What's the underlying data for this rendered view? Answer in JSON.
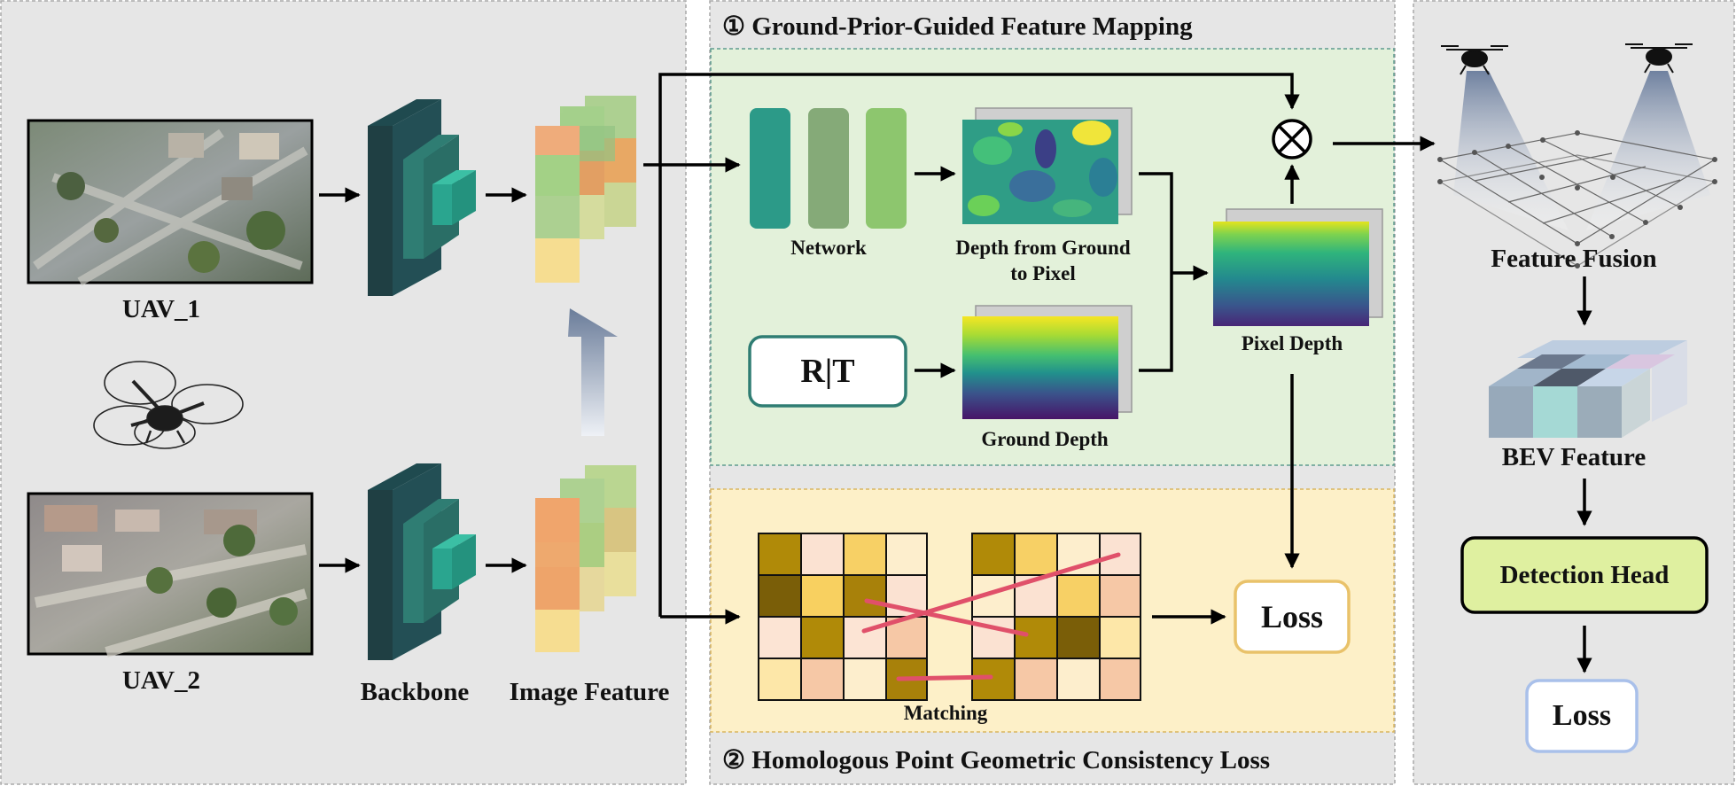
{
  "colors": {
    "panel_gray": "#e6e6e6",
    "green_region": "#e3f1da",
    "yellow_region": "#fdf0c8",
    "teal_dark": "#2c8f80",
    "teal_mid": "#7fae7a",
    "teal_light": "#8dc66e",
    "backbone_dark": "#1f4a4f",
    "backbone_mid": "#2f7d73",
    "backbone_light": "#2aa58f",
    "detection_head_fill": "#dff0a0",
    "loss_yellow_border": "#e9c26a",
    "loss_blue_border": "#a9c0ea",
    "match_line": "#e0506a"
  },
  "left": {
    "uav1_label": "UAV_1",
    "uav2_label": "UAV_2",
    "backbone_label": "Backbone",
    "image_feature_label": "Image Feature"
  },
  "mapping": {
    "title": "① Ground-Prior-Guided Feature Mapping",
    "network_label": "Network",
    "depth_ground_pixel_label_1": "Depth from Ground",
    "depth_ground_pixel_label_2": "to Pixel",
    "rt_label": "R|T",
    "ground_depth_label": "Ground Depth",
    "pixel_depth_label": "Pixel Depth"
  },
  "consistency": {
    "title": "② Homologous Point Geometric Consistency Loss",
    "matching_label": "Matching",
    "loss_label": "Loss"
  },
  "right": {
    "feature_fusion_label": "Feature Fusion",
    "bev_feature_label": "BEV Feature",
    "detection_head_label": "Detection Head",
    "loss_label": "Loss"
  }
}
